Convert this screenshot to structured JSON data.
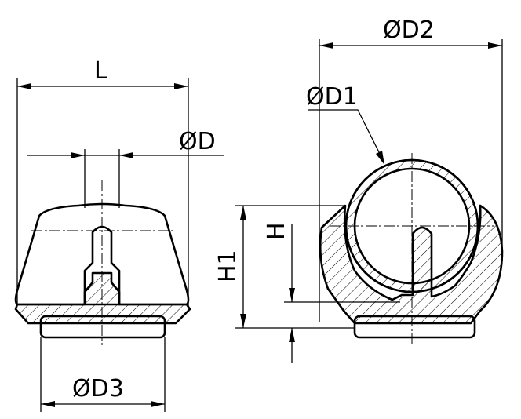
{
  "labels": {
    "L": "L",
    "D": "ØD",
    "D1": "ØD1",
    "D2": "ØD2",
    "D3": "ØD3",
    "H": "H",
    "H1": "H1"
  }
}
